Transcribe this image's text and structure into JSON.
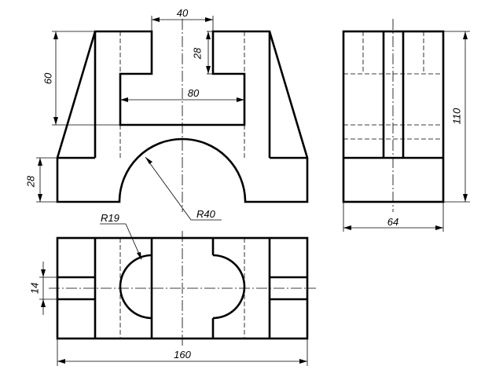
{
  "dimensions": {
    "top_width": "40",
    "slot_depth": "28",
    "upper_height": "60",
    "inner_width": "80",
    "base_height": "28",
    "arch_radius": "R40",
    "cut_radius": "R19",
    "side_width": "64",
    "total_height": "110",
    "groove_width": "14",
    "total_length": "160"
  }
}
